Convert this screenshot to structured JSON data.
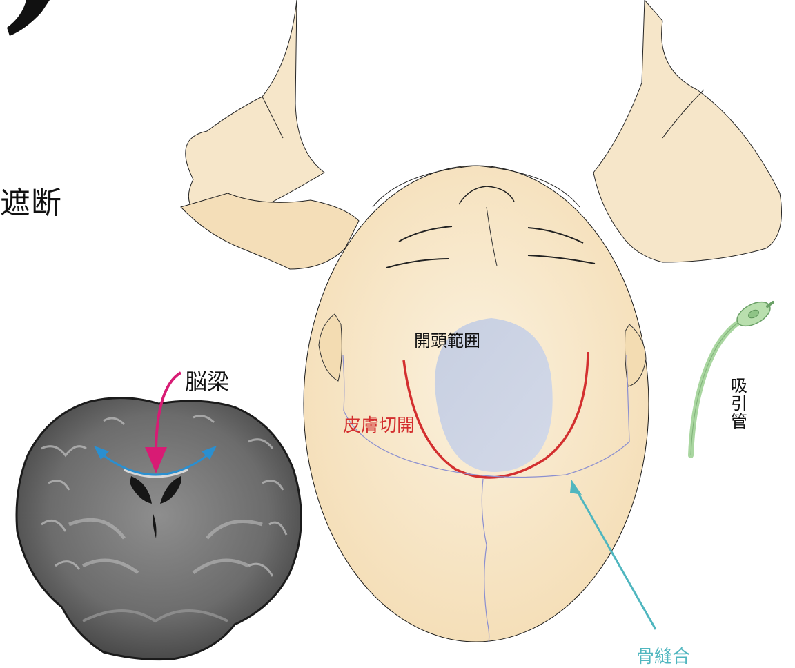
{
  "labels": {
    "title": "遮断",
    "corpus_callosum": "脳梁",
    "craniotomy_area": "開頭範囲",
    "skin_incision": "皮膚切開",
    "suture": "骨縫合",
    "suction": "吸引管"
  },
  "colors": {
    "skin": "#f6e3c1",
    "skin_light": "#fbf1dd",
    "incision": "#d32f2f",
    "craniotomy": "#c9d0e2",
    "suture_line": "#8b8fd0",
    "suture_arrow": "#4fb6bf",
    "callosum_arrow": "#d81b74",
    "spread_arrow": "#2a8fd0",
    "suction_tube": "#a9d6a0"
  },
  "icons": [
    "head-illustration",
    "suction-tube-icon",
    "brain-mri-image"
  ]
}
